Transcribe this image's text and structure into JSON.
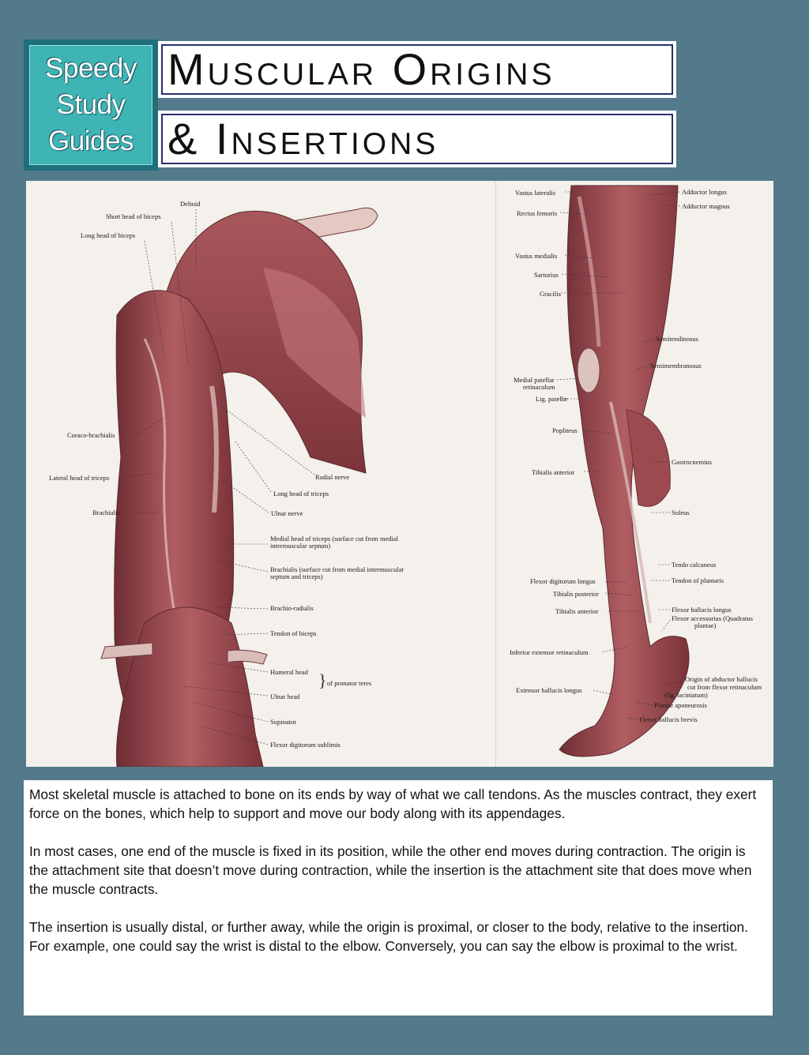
{
  "logo": {
    "line1": "Speedy",
    "line2": "Study",
    "line3": "Guides"
  },
  "title": {
    "line1": "Muscular Origins",
    "line2": "& Insertions"
  },
  "arm_labels": {
    "deltoid": "Deltoid",
    "short_head_biceps": "Short head of biceps",
    "long_head_biceps": "Long head of biceps",
    "coraco_brachialis": "Coraco-brachialis",
    "lateral_head_triceps": "Lateral head of triceps",
    "brachialis": "Brachialis",
    "radial_nerve": "Radial nerve",
    "long_head_triceps": "Long head of triceps",
    "ulnar_nerve": "Ulnar nerve",
    "medial_head_triceps_1": "Medial head of triceps (surface cut from medial",
    "medial_head_triceps_2": "intermuscular septum)",
    "brachialis_surface_1": "Brachialis (surface cut from medial intermuscular",
    "brachialis_surface_2": "septum and triceps)",
    "brachio_radialis": "Brachio-radialis",
    "tendon_biceps": "Tendon of biceps",
    "humeral_head": "Humeral head",
    "ulnar_head": "Ulnar head",
    "pronator_teres": "of pronator teres",
    "supinator": "Supinator",
    "flexor_digitorum_sublimis": "Flexor digitorum sublimis"
  },
  "leg_labels": {
    "vastus_lateralis": "Vastus lateralis",
    "rectus_femoris": "Rectus femoris",
    "vastus_medialis": "Vastus medialis",
    "sartorius": "Sartorius",
    "gracilis": "Gracilis",
    "medial_patellar_1": "Medial patellar",
    "medial_patellar_2": "retinaculum",
    "lig_patellae": "Lig. patellæ",
    "popliteus": "Popliteus",
    "tibialis_anterior": "Tibialis anterior",
    "flexor_digitorum_longus": "Flexor digitorum longus",
    "tibialis_posterior": "Tibialis posterior",
    "tibialis_anterior_2": "Tibialis anterior",
    "inferior_extensor": "Inferior extensor retinaculum",
    "extensor_hallucis": "Extensor hallucis longus",
    "adductor_longus": "Adductor longus",
    "adductor_magnus": "Adductor magnus",
    "semitendinosus": "Semitendinosus",
    "semimembranosus": "Semimembranosus",
    "gastrocnemius": "Gastrocnemius",
    "soleus": "Soleus",
    "tendo_calcaneus": "Tendo calcaneus",
    "tendon_plantaris": "Tendon of plantaris",
    "flexor_hallucis_longus": "Flexor hallucis longus",
    "flexor_accessorius_1": "Flexor accessorius (Quadratus",
    "flexor_accessorius_2": "plantae)",
    "origin_abductor_1": "Origin of abductor hallucis",
    "origin_abductor_2": "cut from flexor retinaculum",
    "origin_abductor_3": "(lig. laciniatum)",
    "plantar_aponeurosis": "Plantar aponeurosis",
    "flexor_hallucis_brevis": "Flexor hallucis brevis"
  },
  "body": {
    "p1": "Most skeletal muscle is attached to bone on its ends by way of what we call tendons. As the muscles contract, they exert force on the bones, which help to support and move our body along with its appendages.",
    "p2": "In most cases, one end of the muscle is fixed in its position, while the other end moves during contraction. The origin is the attachment site that doesn’t move during contraction, while the insertion is the attachment site that does move when the muscle contracts.",
    "p3": "The insertion is usually distal, or further away, while the origin is proximal, or closer to the body, relative to the insertion. For example, one could say the wrist is distal to the elbow. Conversely, you can say the elbow is proximal to the wrist."
  },
  "colors": {
    "background": "#527a8a",
    "logo": "#3fb4b4",
    "muscle": "#9a4a4f",
    "title_border": "#2a2f6b"
  }
}
